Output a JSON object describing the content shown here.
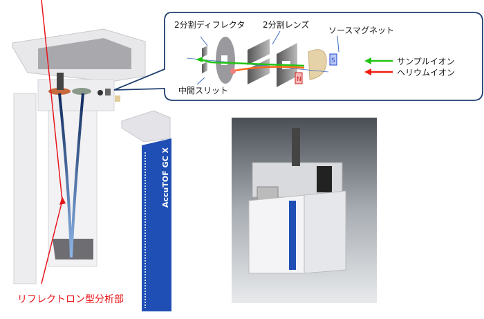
{
  "labels": {
    "deflector": "2分割ディフレクタ",
    "lens": "2分割レンズ",
    "source_magnet": "ソースマグネット",
    "intermediate_slit": "中間スリット",
    "reflectron": "リフレクトロン型分析部"
  },
  "legend": [
    {
      "label": "サンプルイオン",
      "color": "#22c414"
    },
    {
      "label": "ヘリウムイオン",
      "color": "#f21c10"
    }
  ],
  "magnet_poles": {
    "south": "S",
    "north": "N"
  },
  "logo_text": "AccuTOF GC X",
  "colors": {
    "callout_border": "#1f3f6e",
    "panel_blue": "#1f4fb5",
    "ion_path": "#1a3a7a",
    "label_red": "#e8141b"
  }
}
